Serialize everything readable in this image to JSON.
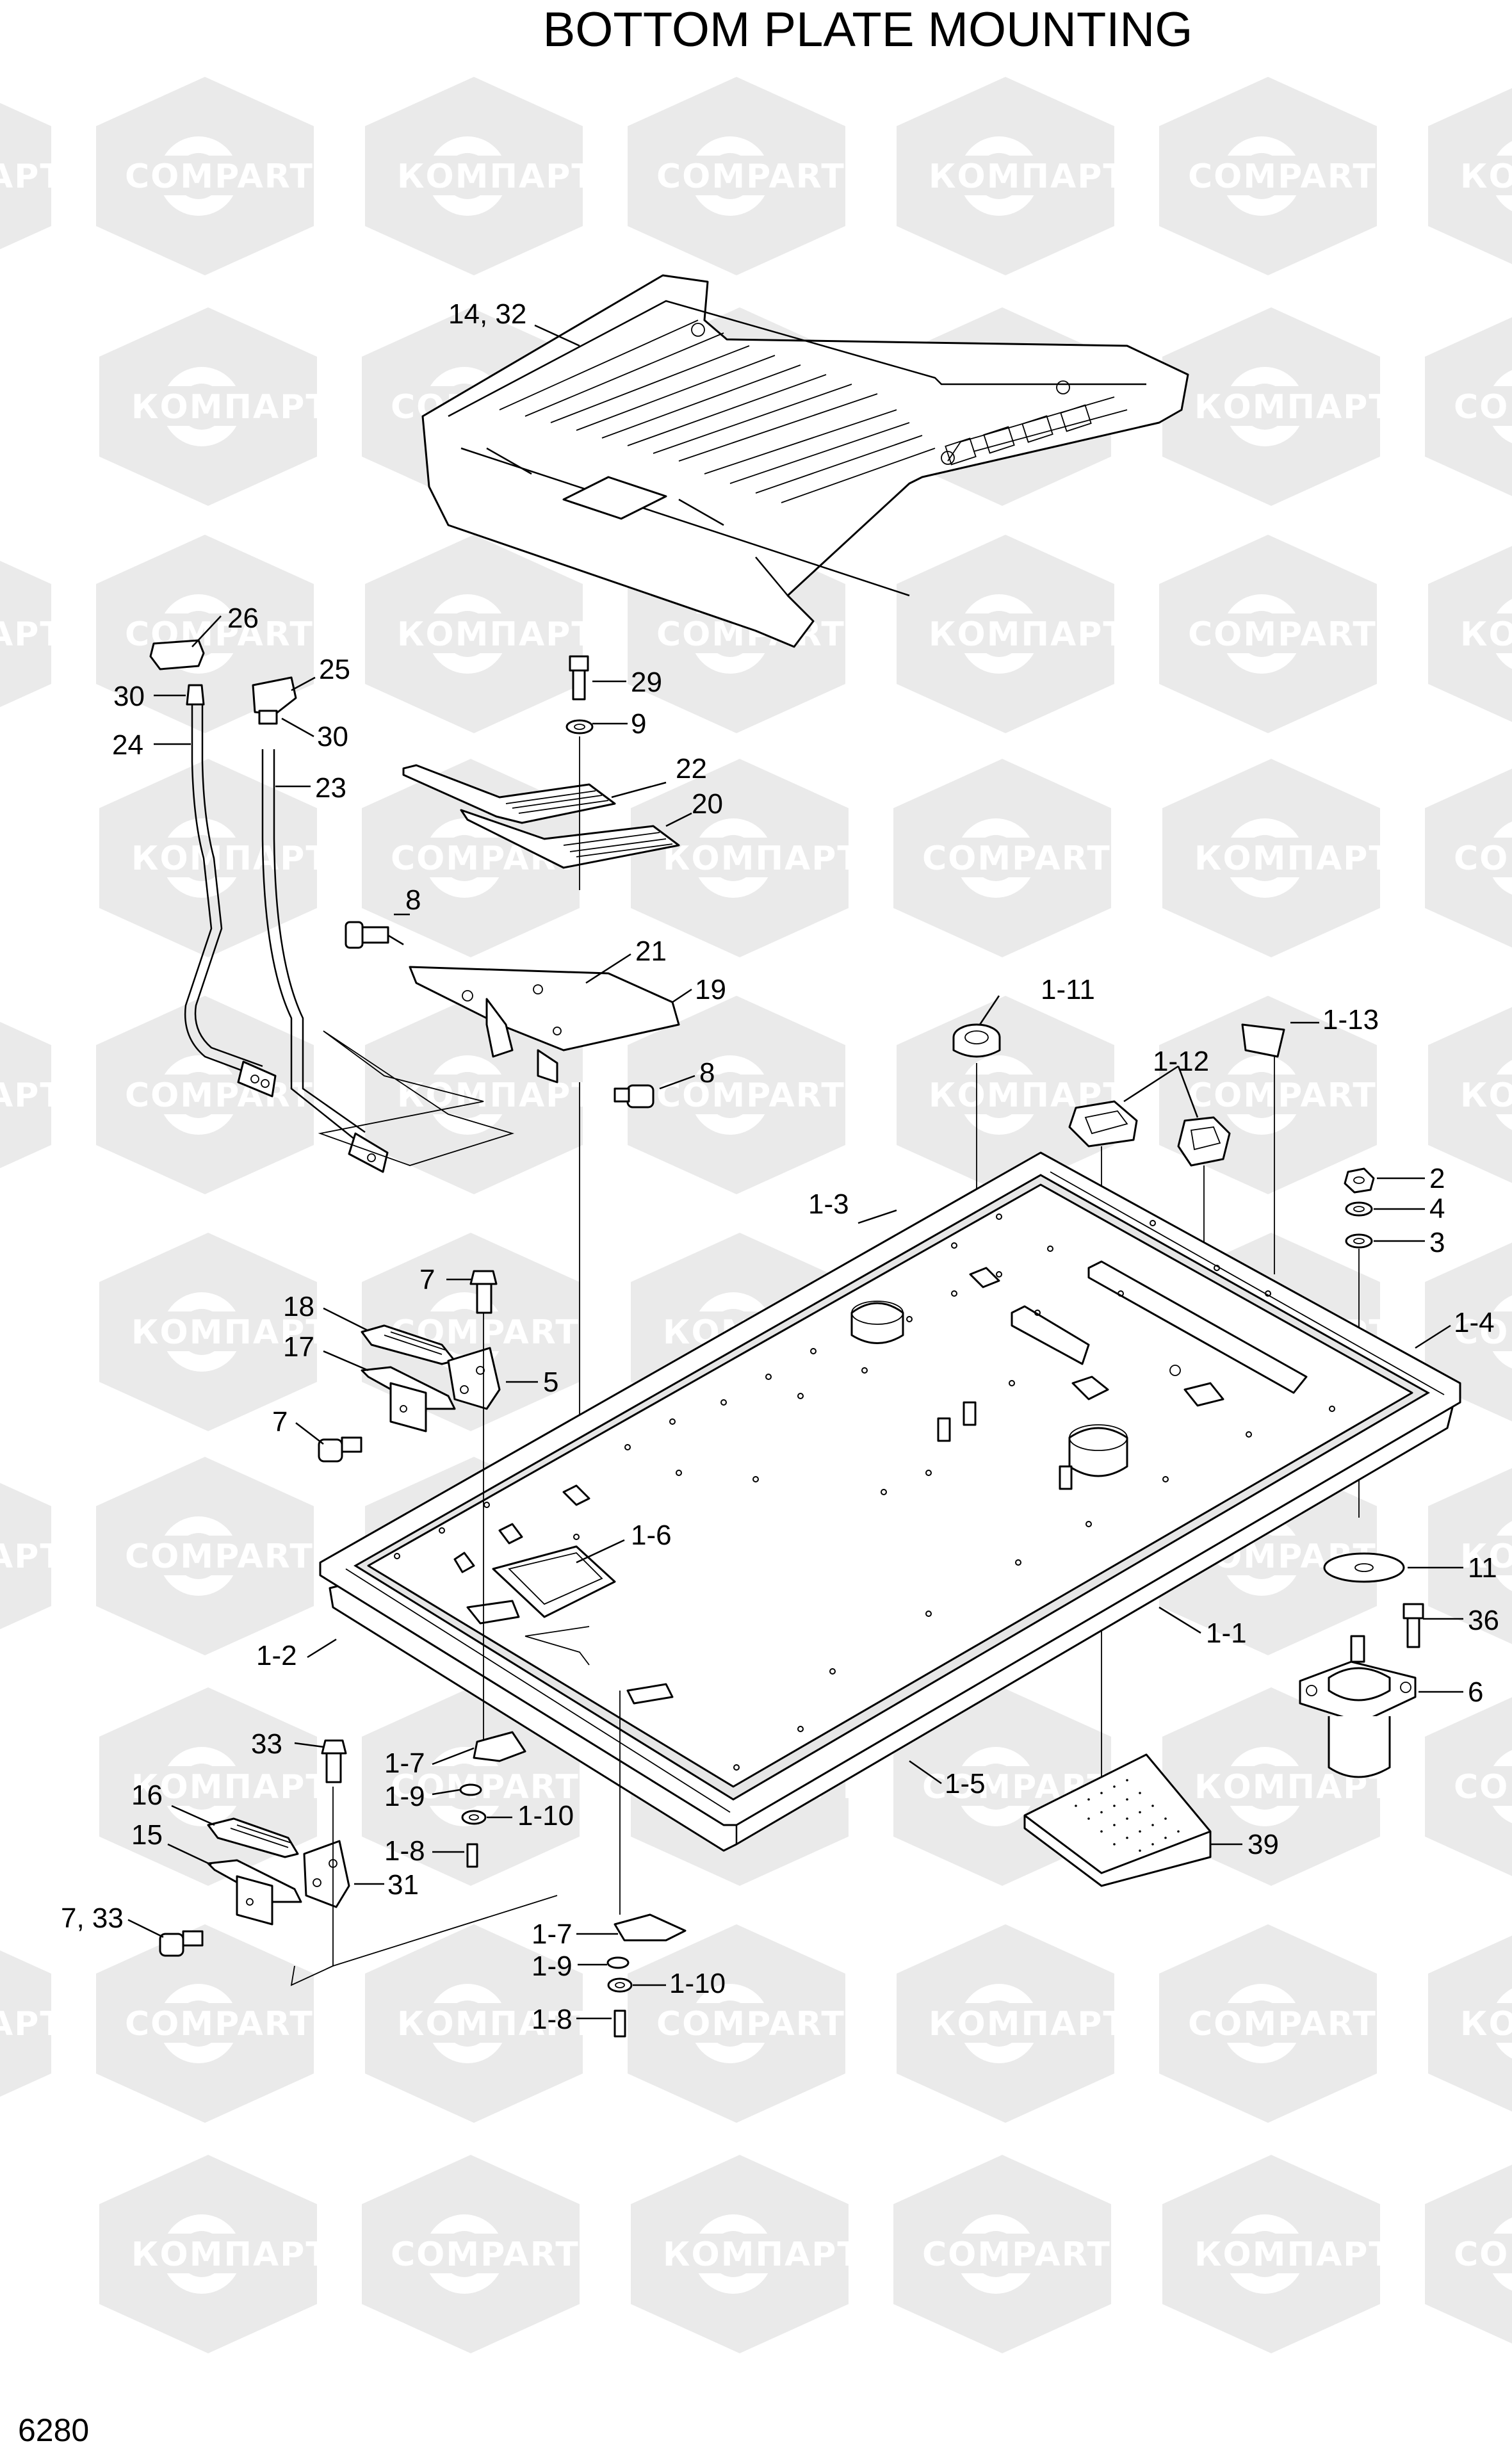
{
  "title": "BOTTOM PLATE MOUNTING",
  "page_number": "6280",
  "watermark": {
    "brand_cyrillic": "КОМПАРТ",
    "brand_latin": "COMPART",
    "color": "#e8e8e8"
  },
  "labels": {
    "p14_32": "14, 32",
    "p26": "26",
    "p25": "25",
    "p30a": "30",
    "p30b": "30",
    "p24": "24",
    "p23": "23",
    "p29": "29",
    "p9": "9",
    "p22": "22",
    "p20": "20",
    "p8a": "8",
    "p21": "21",
    "p19": "19",
    "p8b": "8",
    "p1_11": "1-11",
    "p1_13": "1-13",
    "p1_12": "1-12",
    "p2": "2",
    "p4": "4",
    "p3": "3",
    "p1_3": "1-3",
    "p1_4": "1-4",
    "p7a": "7",
    "p18": "18",
    "p17": "17",
    "p5": "5",
    "p7b": "7",
    "p1_6": "1-6",
    "p11": "11",
    "p36": "36",
    "p1_1": "1-1",
    "p1_2": "1-2",
    "p6": "6",
    "p33": "33",
    "p1_7a": "1-7",
    "p1_9a": "1-9",
    "p1_10a": "1-10",
    "p16": "16",
    "p15": "15",
    "p1_8a": "1-8",
    "p31": "31",
    "p1_5": "1-5",
    "p39": "39",
    "p7_33": "7, 33",
    "p1_7b": "1-7",
    "p1_9b": "1-9",
    "p1_10b": "1-10",
    "p1_8b": "1-8"
  }
}
